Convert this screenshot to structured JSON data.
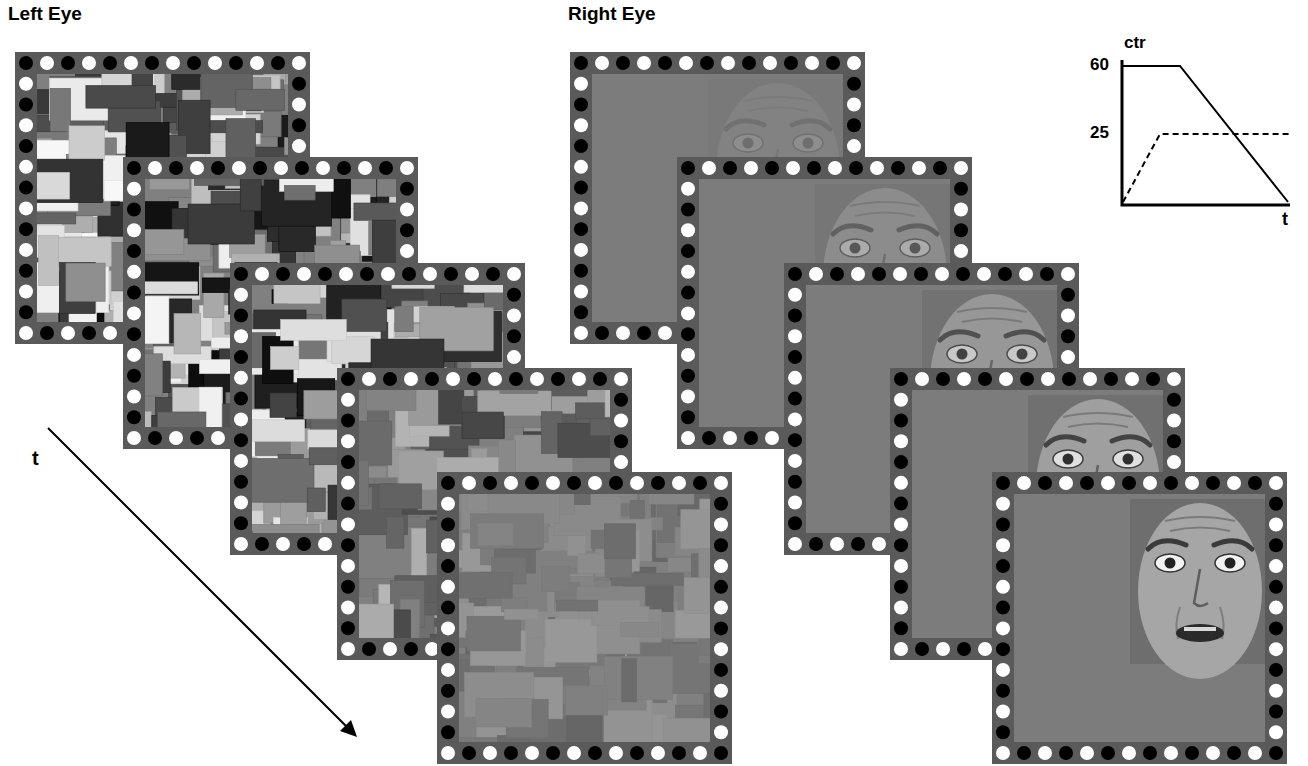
{
  "diagram": {
    "labels": [
      "Left Eye",
      "Right Eye",
      "t",
      "ctr",
      "60",
      "25",
      "t"
    ]
  }
}
